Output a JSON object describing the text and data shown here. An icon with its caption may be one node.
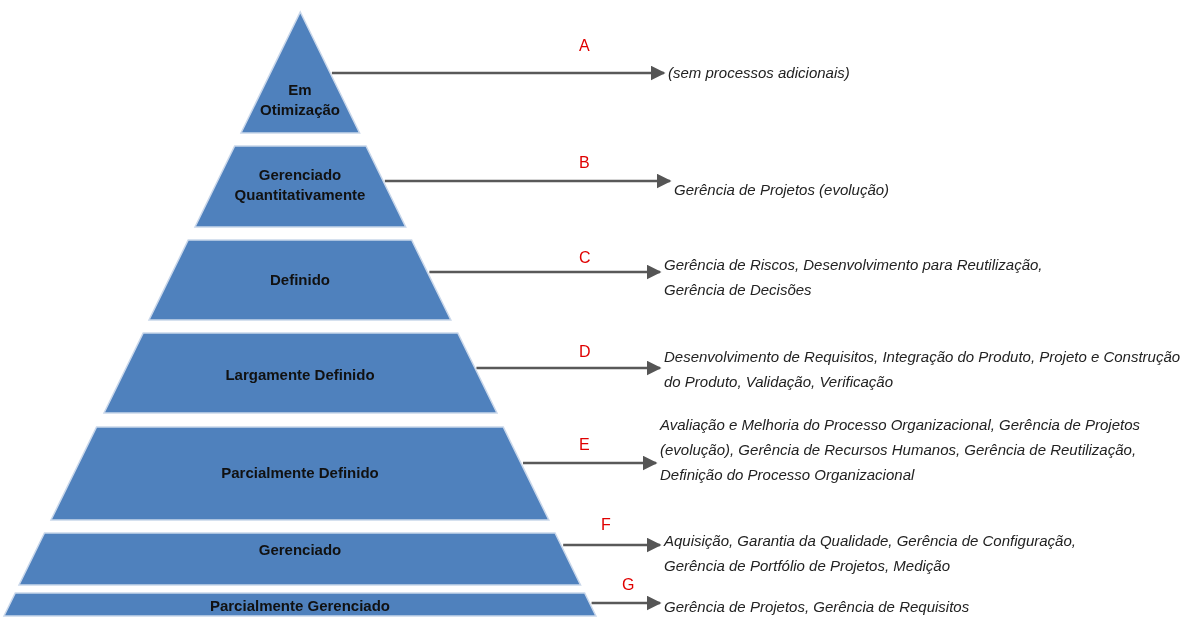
{
  "diagram": {
    "nodes": [
      {
        "text": [
          "Em Otimização"
        ]
      },
      {
        "text": [
          "Gerenciado Quantitativamente"
        ]
      },
      {
        "text": [
          "Definido"
        ]
      },
      {
        "text": [
          "Largamente Definido"
        ]
      },
      {
        "text": [
          "Parcialmente Definido"
        ]
      },
      {
        "text": [
          "Gerenciado"
        ]
      },
      {
        "text": [
          "Parcialmente Gerenciado"
        ]
      },
      {
        "text": [
          "(sem processos adicionais)"
        ]
      },
      {
        "text": [
          "Gerência de Projetos (evolução)"
        ]
      },
      {
        "text": [
          "Gerência de Riscos, Desenvolvimento para Reutilização, Gerência de Decisões"
        ]
      },
      {
        "text": [
          "Desenvolvimento de Requisitos, Integração do Produto, Projeto e Construção do Produto, Validação, Verificação"
        ]
      },
      {
        "text": [
          "Avaliação e Melhoria do Processo Organizacional, Gerência de Projetos (evolução), Gerência de Recursos Humanos, Gerência de Reutilização, Definição do Processo Organizacional"
        ]
      },
      {
        "text": [
          "Aquisição, Garantia da Qualidade, Gerência de Configuração, Gerência de Portfólio de Projetos, Medição"
        ]
      },
      {
        "text": [
          "Gerência de Projetos, Gerência de Requisitos"
        ]
      }
    ],
    "edges": [
      {
        "from": 0,
        "to": 7,
        "arrow": "to",
        "label": "A"
      },
      {
        "from": 1,
        "to": 8,
        "arrow": "to",
        "label": "B"
      },
      {
        "from": 2,
        "to": 9,
        "arrow": "to",
        "label": "C"
      },
      {
        "from": 3,
        "to": 10,
        "arrow": "to",
        "label": "D"
      },
      {
        "from": 4,
        "to": 11,
        "arrow": "to",
        "label": "E"
      },
      {
        "from": 5,
        "to": 12,
        "arrow": "to",
        "label": "F"
      },
      {
        "from": 6,
        "to": 13,
        "arrow": "to",
        "label": "G"
      }
    ]
  }
}
